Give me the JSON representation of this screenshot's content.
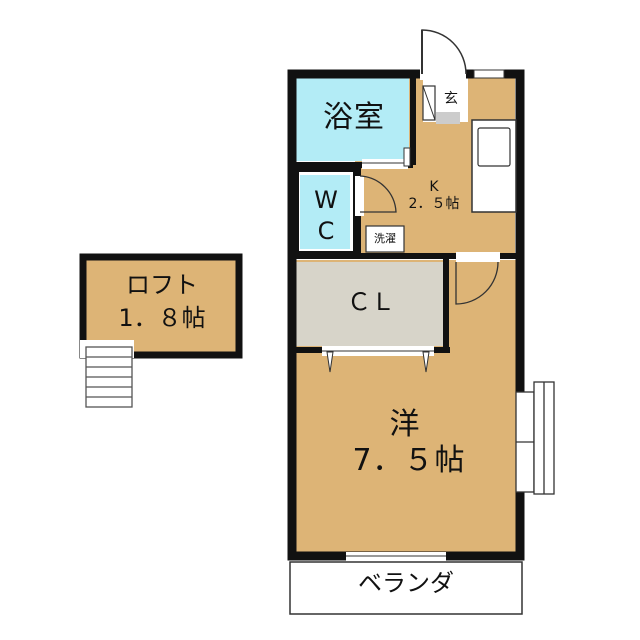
{
  "rooms": {
    "bath": {
      "label": "浴室",
      "color": "#b3ecf6"
    },
    "entrance": {
      "label": "玄"
    },
    "kitchen": {
      "line1": "K",
      "line2": "2．５帖",
      "color": "#ddb476"
    },
    "wc": {
      "line1": "W",
      "line2": "C",
      "color": "#b3ecf6"
    },
    "laundry": {
      "label": "洗濯"
    },
    "closet": {
      "label": "ＣＬ",
      "color": "#d7d4c9"
    },
    "western": {
      "line1": "洋",
      "line2": "7．５帖",
      "color": "#ddb476"
    },
    "balcony": {
      "label": "ベランダ"
    },
    "loft": {
      "line1": "ロフト",
      "line2": "1．８帖",
      "color": "#ddb476"
    }
  },
  "colors": {
    "wall": "#111111",
    "line": "#333333"
  }
}
